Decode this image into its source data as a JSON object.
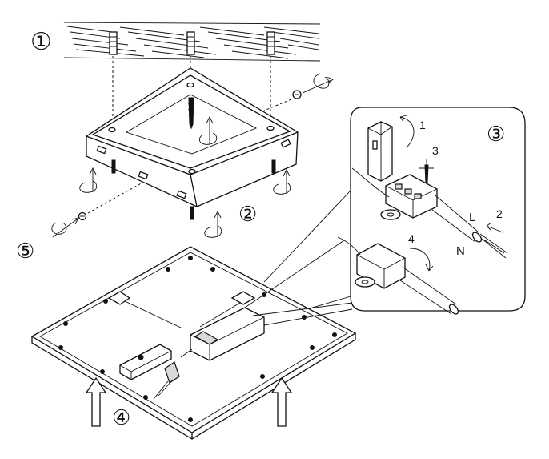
{
  "step_labels": {
    "step1": "①",
    "step2": "②",
    "step3": "③",
    "step4": "④",
    "step5": "⑤"
  },
  "detail_labels": {
    "d1": "1",
    "d2": "2",
    "d3": "3",
    "d4": "4",
    "live": "L",
    "neutral": "N"
  }
}
